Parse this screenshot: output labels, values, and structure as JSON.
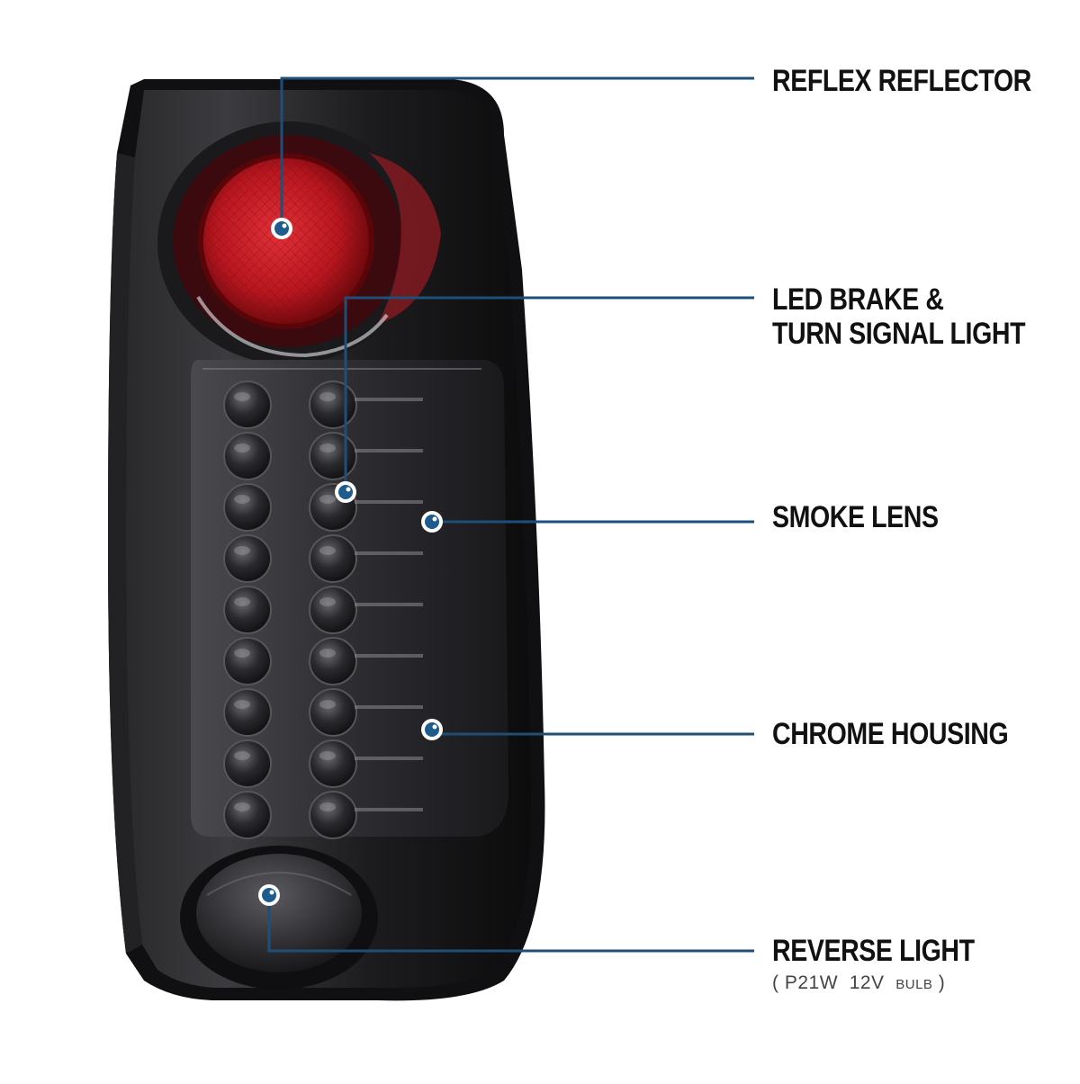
{
  "image": {
    "subject": "Smoked LED tail light with chrome housing",
    "callouts": [
      {
        "id": "reflex",
        "lines": [
          "REFLEX REFLECTOR"
        ]
      },
      {
        "id": "led",
        "lines": [
          "LED BRAKE &",
          "TURN SIGNAL LIGHT"
        ]
      },
      {
        "id": "smoke",
        "lines": [
          "SMOKE LENS"
        ]
      },
      {
        "id": "chrome",
        "lines": [
          "CHROME HOUSING"
        ]
      },
      {
        "id": "reverse",
        "lines": [
          "REVERSE LIGHT"
        ]
      }
    ],
    "bulb_spec": {
      "open": "(",
      "type": "P21W",
      "voltage": "12V",
      "unit": "BULB",
      "close": ")"
    }
  },
  "colors": {
    "callout_line": "#1d4f78",
    "dot_fill": "#1d5c8c",
    "lens_red": "#b8161f",
    "housing_dark": "#1b1b1d"
  }
}
